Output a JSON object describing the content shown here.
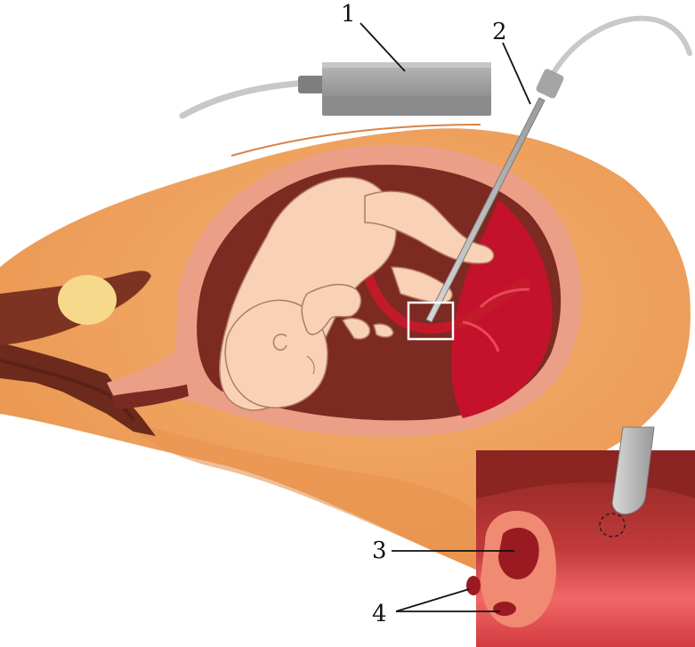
{
  "labels": {
    "probe": "1",
    "fetoscope": "2",
    "umbilical_vein": "3",
    "umbilical_arteries": "4"
  },
  "colors": {
    "skin": "#f2a563",
    "skin_shadow": "#e08e48",
    "uterine_wall": "#e9a487",
    "amniotic_cavity": "#7a2a22",
    "placenta": "#c4122c",
    "fetus": "#f7d0b5",
    "fetus_outline": "#b07a64",
    "probe_body": "#a9a9a9",
    "probe_dark": "#8a8a8a",
    "cable": "#c8c8c8",
    "inset_bg": "#8e2a25",
    "inset_highlight": "#f36a6a",
    "vessel_wall": "#f08870",
    "vessel_lumen": "#9a1a22",
    "focus_box": "#ffffff"
  },
  "icons": {
    "probe": "ultrasound-probe-icon",
    "fetoscope": "fetoscope-needle-icon"
  }
}
